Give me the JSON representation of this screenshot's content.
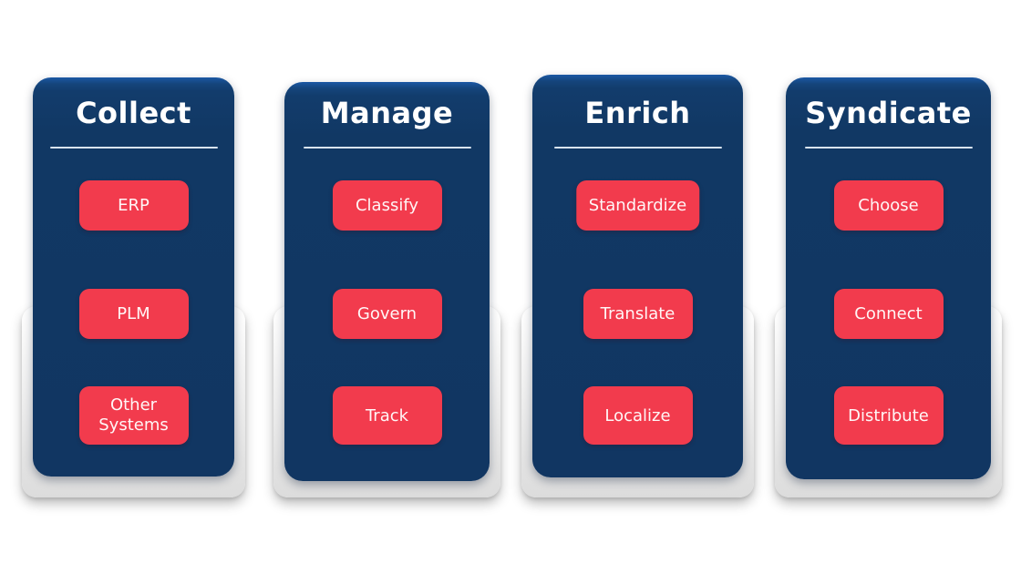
{
  "diagram": {
    "columns": [
      {
        "title": "Collect",
        "buttons": [
          "ERP",
          "PLM",
          "Other Systems"
        ]
      },
      {
        "title": "Manage",
        "buttons": [
          "Classify",
          "Govern",
          "Track"
        ]
      },
      {
        "title": "Enrich",
        "buttons": [
          "Standardize",
          "Translate",
          "Localize"
        ]
      },
      {
        "title": "Syndicate",
        "buttons": [
          "Choose",
          "Connect",
          "Distribute"
        ]
      }
    ]
  },
  "colors": {
    "card_navy": "#113864",
    "card_top_highlight": "#1b58a5",
    "button_red": "#f23b4d",
    "title_text": "#ffffff",
    "button_text": "#fff6f6",
    "divider": "#d9e4f0",
    "backing_sheet": "#ededed",
    "page_background": "#ffffff"
  }
}
